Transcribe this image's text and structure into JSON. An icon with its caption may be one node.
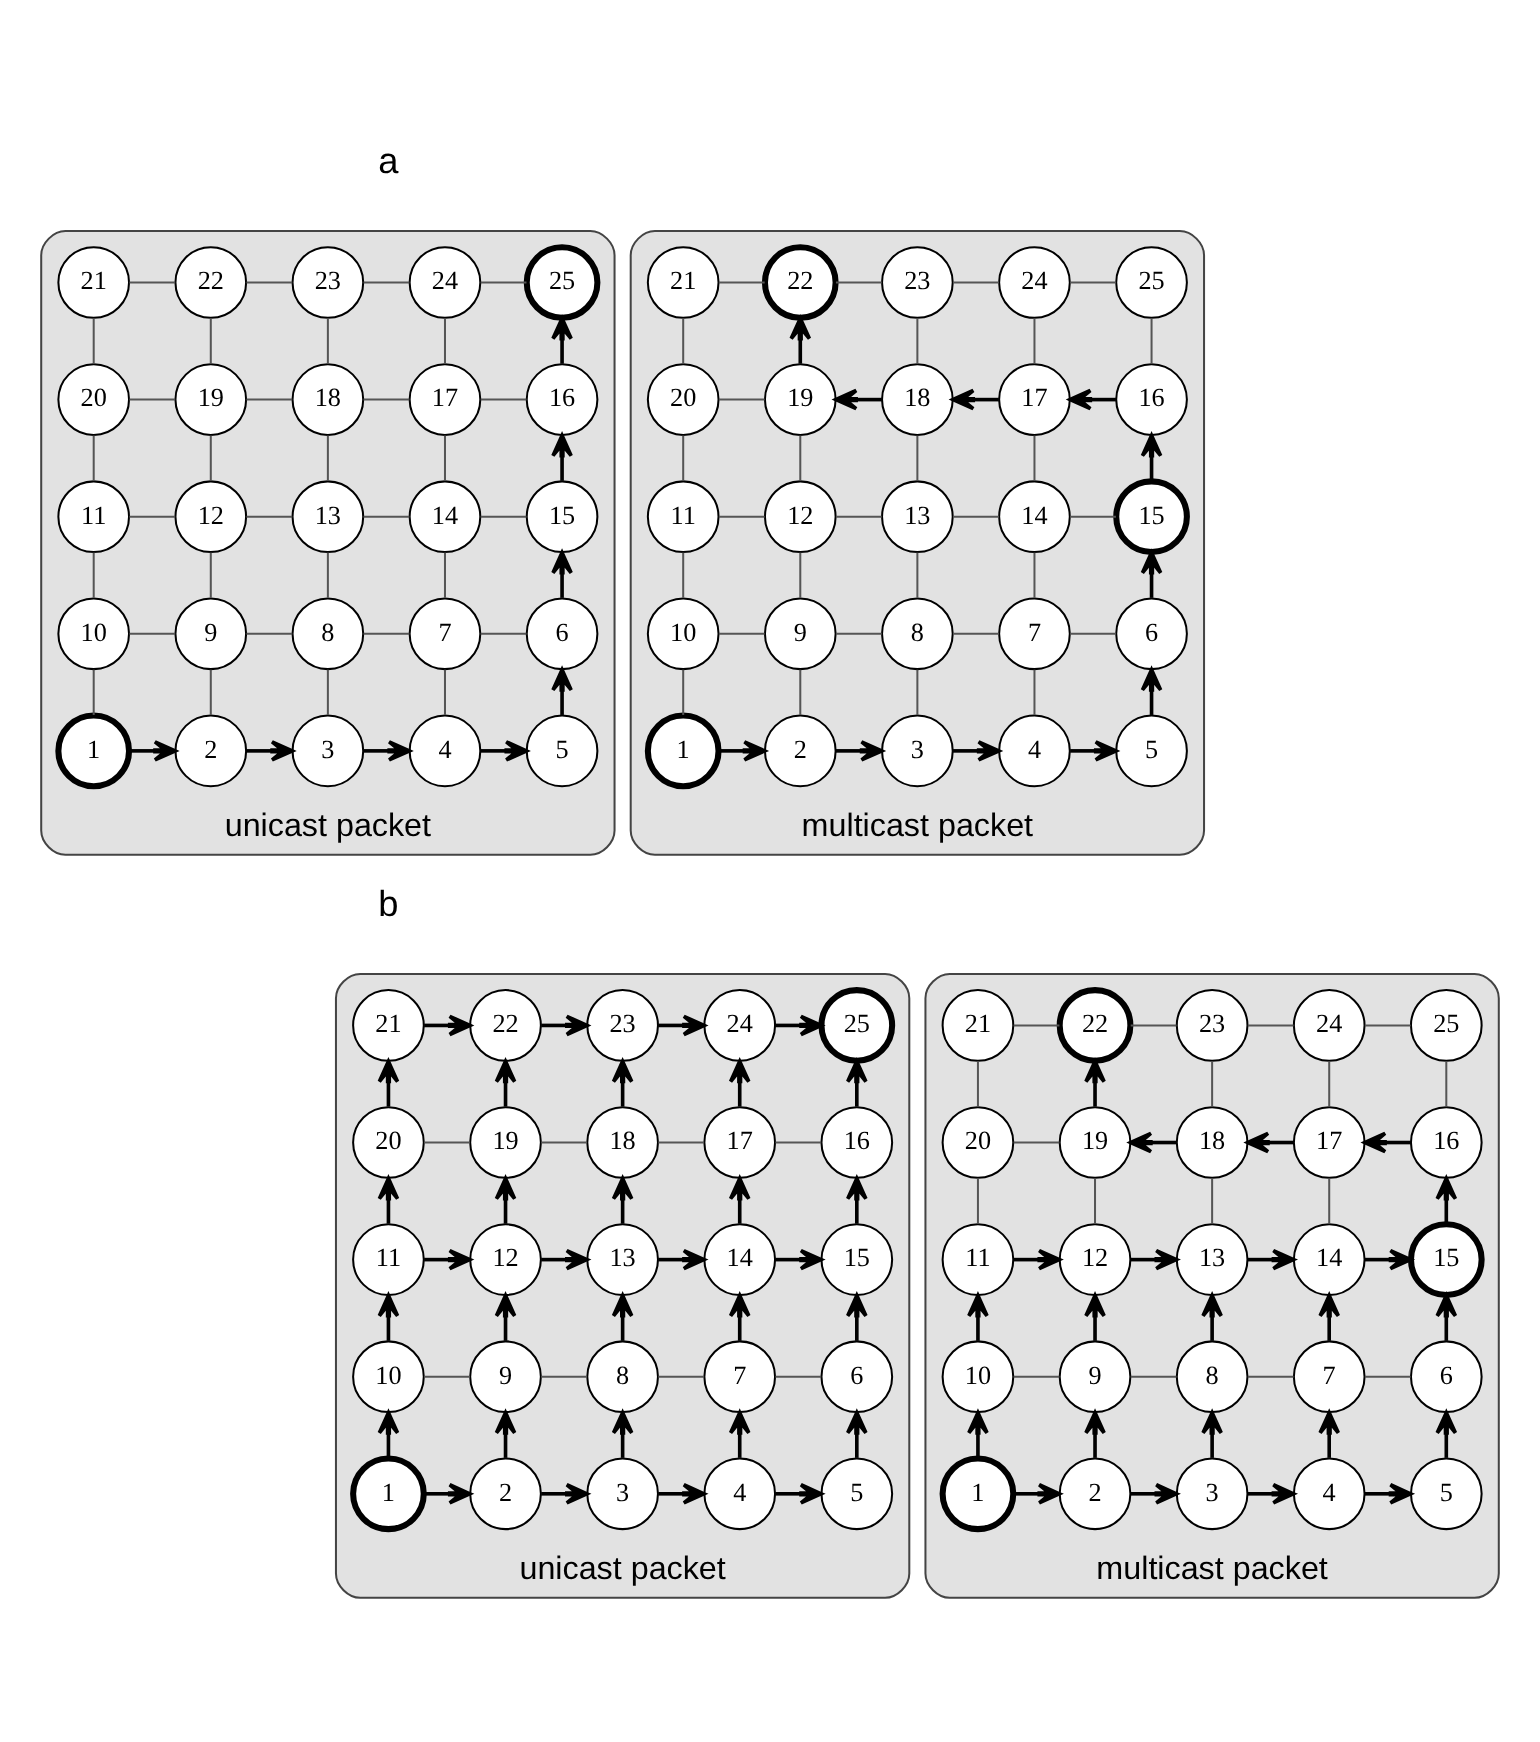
{
  "diagram": {
    "nodes": [
      {
        "text": [],
        "shape": "box",
        "beside": [
          "unicast packet"
        ]
      },
      {
        "text": [
          "21"
        ],
        "in": 0
      },
      {
        "text": [
          "22"
        ],
        "in": 0
      },
      {
        "text": [
          "23"
        ],
        "in": 0
      },
      {
        "text": [
          "24"
        ],
        "in": 0
      },
      {
        "text": [
          "25"
        ],
        "in": 0
      },
      {
        "text": [
          "20"
        ],
        "in": 0
      },
      {
        "text": [
          "19"
        ],
        "in": 0
      },
      {
        "text": [
          "18"
        ],
        "in": 0
      },
      {
        "text": [
          "17"
        ],
        "in": 0
      },
      {
        "text": [
          "16"
        ],
        "in": 0
      },
      {
        "text": [
          "11"
        ],
        "in": 0
      },
      {
        "text": [
          "12"
        ],
        "in": 0
      },
      {
        "text": [
          "13"
        ],
        "in": 0
      },
      {
        "text": [
          "14"
        ],
        "in": 0
      },
      {
        "text": [
          "15"
        ],
        "in": 0
      },
      {
        "text": [
          "10"
        ],
        "in": 0
      },
      {
        "text": [
          "9"
        ],
        "in": 0
      },
      {
        "text": [
          "8"
        ],
        "in": 0
      },
      {
        "text": [
          "7"
        ],
        "in": 0
      },
      {
        "text": [
          "6"
        ],
        "in": 0
      },
      {
        "text": [
          "1"
        ],
        "in": 0
      },
      {
        "text": [
          "2"
        ],
        "in": 0
      },
      {
        "text": [
          "3"
        ],
        "in": 0
      },
      {
        "text": [
          "4"
        ],
        "in": 0
      },
      {
        "text": [
          "5"
        ],
        "in": 0
      },
      {
        "text": [],
        "shape": "box",
        "beside": [
          "multicast packet"
        ]
      },
      {
        "text": [
          "21"
        ],
        "in": 26
      },
      {
        "text": [
          "22"
        ],
        "in": 26
      },
      {
        "text": [
          "23"
        ],
        "in": 26
      },
      {
        "text": [
          "24"
        ],
        "in": 26
      },
      {
        "text": [
          "25"
        ],
        "in": 26
      },
      {
        "text": [
          "20"
        ],
        "in": 26
      },
      {
        "text": [
          "19"
        ],
        "in": 26
      },
      {
        "text": [
          "18"
        ],
        "in": 26
      },
      {
        "text": [
          "17"
        ],
        "in": 26
      },
      {
        "text": [
          "16"
        ],
        "in": 26
      },
      {
        "text": [
          "11"
        ],
        "in": 26
      },
      {
        "text": [
          "12"
        ],
        "in": 26
      },
      {
        "text": [
          "13"
        ],
        "in": 26
      },
      {
        "text": [
          "14"
        ],
        "in": 26
      },
      {
        "text": [
          "15"
        ],
        "in": 26
      },
      {
        "text": [
          "10"
        ],
        "in": 26
      },
      {
        "text": [
          "9"
        ],
        "in": 26
      },
      {
        "text": [
          "8"
        ],
        "in": 26
      },
      {
        "text": [
          "7"
        ],
        "in": 26
      },
      {
        "text": [
          "6"
        ],
        "in": 26
      },
      {
        "text": [
          "1"
        ],
        "in": 26
      },
      {
        "text": [
          "2"
        ],
        "in": 26
      },
      {
        "text": [
          "3"
        ],
        "in": 26
      },
      {
        "text": [
          "4"
        ],
        "in": 26
      },
      {
        "text": [
          "5"
        ],
        "in": 26
      },
      {
        "text": [],
        "shape": "box",
        "beside": [
          "unicast packet"
        ]
      },
      {
        "text": [
          "21"
        ],
        "in": 52
      },
      {
        "text": [
          "22"
        ],
        "in": 52
      },
      {
        "text": [
          "23"
        ],
        "in": 52
      },
      {
        "text": [
          "24"
        ],
        "in": 52
      },
      {
        "text": [
          "25"
        ],
        "in": 52
      },
      {
        "text": [
          "20"
        ],
        "in": 52
      },
      {
        "text": [
          "19"
        ],
        "in": 52
      },
      {
        "text": [
          "18"
        ],
        "in": 52
      },
      {
        "text": [
          "17"
        ],
        "in": 52
      },
      {
        "text": [
          "16"
        ],
        "in": 52
      },
      {
        "text": [
          "11"
        ],
        "in": 52
      },
      {
        "text": [
          "12"
        ],
        "in": 52
      },
      {
        "text": [
          "13"
        ],
        "in": 52
      },
      {
        "text": [
          "14"
        ],
        "in": 52
      },
      {
        "text": [
          "15"
        ],
        "in": 52
      },
      {
        "text": [
          "10"
        ],
        "in": 52
      },
      {
        "text": [
          "9"
        ],
        "in": 52
      },
      {
        "text": [
          "8"
        ],
        "in": 52
      },
      {
        "text": [
          "7"
        ],
        "in": 52
      },
      {
        "text": [
          "6"
        ],
        "in": 52
      },
      {
        "text": [
          "1"
        ],
        "in": 52
      },
      {
        "text": [
          "2"
        ],
        "in": 52
      },
      {
        "text": [
          "3"
        ],
        "in": 52
      },
      {
        "text": [
          "4"
        ],
        "in": 52
      },
      {
        "text": [
          "5"
        ],
        "in": 52
      },
      {
        "text": [],
        "shape": "box",
        "beside": [
          "multicast packet"
        ]
      },
      {
        "text": [
          "21"
        ],
        "in": 78
      },
      {
        "text": [
          "22"
        ],
        "in": 78
      },
      {
        "text": [
          "23"
        ],
        "in": 78
      },
      {
        "text": [
          "24"
        ],
        "in": 78
      },
      {
        "text": [
          "25"
        ],
        "in": 78
      },
      {
        "text": [
          "20"
        ],
        "in": 78
      },
      {
        "text": [
          "19"
        ],
        "in": 78
      },
      {
        "text": [
          "18"
        ],
        "in": 78
      },
      {
        "text": [
          "17"
        ],
        "in": 78
      },
      {
        "text": [
          "16"
        ],
        "in": 78
      },
      {
        "text": [
          "11"
        ],
        "in": 78
      },
      {
        "text": [
          "12"
        ],
        "in": 78
      },
      {
        "text": [
          "13"
        ],
        "in": 78
      },
      {
        "text": [
          "14"
        ],
        "in": 78
      },
      {
        "text": [
          "15"
        ],
        "in": 78
      },
      {
        "text": [
          "10"
        ],
        "in": 78
      },
      {
        "text": [
          "9"
        ],
        "in": 78
      },
      {
        "text": [
          "8"
        ],
        "in": 78
      },
      {
        "text": [
          "7"
        ],
        "in": 78
      },
      {
        "text": [
          "6"
        ],
        "in": 78
      },
      {
        "text": [
          "1"
        ],
        "in": 78
      },
      {
        "text": [
          "2"
        ],
        "in": 78
      },
      {
        "text": [
          "3"
        ],
        "in": 78
      },
      {
        "text": [
          "4"
        ],
        "in": 78
      },
      {
        "text": [
          "5"
        ],
        "in": 78
      }
    ],
    "edges": [
      {
        "from": 21,
        "to": 22,
        "arrow": "to"
      },
      {
        "from": 22,
        "to": 23,
        "arrow": "to"
      },
      {
        "from": 23,
        "to": 24,
        "arrow": "to"
      },
      {
        "from": 24,
        "to": 25,
        "arrow": "to"
      },
      {
        "from": 16,
        "to": 17,
        "arrow": "none"
      },
      {
        "from": 17,
        "to": 18,
        "arrow": "none"
      },
      {
        "from": 18,
        "to": 19,
        "arrow": "none"
      },
      {
        "from": 19,
        "to": 20,
        "arrow": "none"
      },
      {
        "from": 11,
        "to": 12,
        "arrow": "none"
      },
      {
        "from": 12,
        "to": 13,
        "arrow": "none"
      },
      {
        "from": 13,
        "to": 14,
        "arrow": "none"
      },
      {
        "from": 14,
        "to": 15,
        "arrow": "none"
      },
      {
        "from": 6,
        "to": 7,
        "arrow": "none"
      },
      {
        "from": 7,
        "to": 8,
        "arrow": "none"
      },
      {
        "from": 8,
        "to": 9,
        "arrow": "none"
      },
      {
        "from": 9,
        "to": 10,
        "arrow": "none"
      },
      {
        "from": 1,
        "to": 2,
        "arrow": "none"
      },
      {
        "from": 2,
        "to": 3,
        "arrow": "none"
      },
      {
        "from": 3,
        "to": 4,
        "arrow": "none"
      },
      {
        "from": 4,
        "to": 5,
        "arrow": "none"
      },
      {
        "from": 21,
        "to": 16,
        "arrow": "none"
      },
      {
        "from": 16,
        "to": 11,
        "arrow": "none"
      },
      {
        "from": 11,
        "to": 6,
        "arrow": "none"
      },
      {
        "from": 6,
        "to": 1,
        "arrow": "none"
      },
      {
        "from": 22,
        "to": 17,
        "arrow": "none"
      },
      {
        "from": 17,
        "to": 12,
        "arrow": "none"
      },
      {
        "from": 12,
        "to": 7,
        "arrow": "none"
      },
      {
        "from": 7,
        "to": 2,
        "arrow": "none"
      },
      {
        "from": 23,
        "to": 18,
        "arrow": "none"
      },
      {
        "from": 18,
        "to": 13,
        "arrow": "none"
      },
      {
        "from": 13,
        "to": 8,
        "arrow": "none"
      },
      {
        "from": 8,
        "to": 3,
        "arrow": "none"
      },
      {
        "from": 24,
        "to": 19,
        "arrow": "none"
      },
      {
        "from": 19,
        "to": 14,
        "arrow": "none"
      },
      {
        "from": 14,
        "to": 9,
        "arrow": "none"
      },
      {
        "from": 9,
        "to": 4,
        "arrow": "none"
      },
      {
        "from": 25,
        "to": 20,
        "arrow": "to"
      },
      {
        "from": 20,
        "to": 15,
        "arrow": "to"
      },
      {
        "from": 15,
        "to": 10,
        "arrow": "to"
      },
      {
        "from": 10,
        "to": 5,
        "arrow": "to"
      },
      {
        "from": 47,
        "to": 48,
        "arrow": "to"
      },
      {
        "from": 48,
        "to": 49,
        "arrow": "to"
      },
      {
        "from": 49,
        "to": 50,
        "arrow": "to"
      },
      {
        "from": 50,
        "to": 51,
        "arrow": "to"
      },
      {
        "from": 42,
        "to": 43,
        "arrow": "none"
      },
      {
        "from": 43,
        "to": 44,
        "arrow": "none"
      },
      {
        "from": 44,
        "to": 45,
        "arrow": "none"
      },
      {
        "from": 45,
        "to": 46,
        "arrow": "none"
      },
      {
        "from": 37,
        "to": 38,
        "arrow": "none"
      },
      {
        "from": 38,
        "to": 39,
        "arrow": "none"
      },
      {
        "from": 39,
        "to": 40,
        "arrow": "none"
      },
      {
        "from": 40,
        "to": 41,
        "arrow": "none"
      },
      {
        "from": 32,
        "to": 33,
        "arrow": "none"
      },
      {
        "from": 34,
        "to": 33,
        "arrow": "to"
      },
      {
        "from": 35,
        "to": 34,
        "arrow": "to"
      },
      {
        "from": 36,
        "to": 35,
        "arrow": "to"
      },
      {
        "from": 27,
        "to": 28,
        "arrow": "none"
      },
      {
        "from": 28,
        "to": 29,
        "arrow": "none"
      },
      {
        "from": 29,
        "to": 30,
        "arrow": "none"
      },
      {
        "from": 30,
        "to": 31,
        "arrow": "none"
      },
      {
        "from": 47,
        "to": 42,
        "arrow": "none"
      },
      {
        "from": 42,
        "to": 37,
        "arrow": "none"
      },
      {
        "from": 37,
        "to": 32,
        "arrow": "none"
      },
      {
        "from": 32,
        "to": 27,
        "arrow": "none"
      },
      {
        "from": 48,
        "to": 43,
        "arrow": "none"
      },
      {
        "from": 43,
        "to": 38,
        "arrow": "none"
      },
      {
        "from": 38,
        "to": 33,
        "arrow": "none"
      },
      {
        "from": 33,
        "to": 28,
        "arrow": "to"
      },
      {
        "from": 49,
        "to": 44,
        "arrow": "none"
      },
      {
        "from": 44,
        "to": 39,
        "arrow": "none"
      },
      {
        "from": 39,
        "to": 34,
        "arrow": "none"
      },
      {
        "from": 34,
        "to": 29,
        "arrow": "none"
      },
      {
        "from": 50,
        "to": 45,
        "arrow": "none"
      },
      {
        "from": 45,
        "to": 40,
        "arrow": "none"
      },
      {
        "from": 40,
        "to": 35,
        "arrow": "none"
      },
      {
        "from": 35,
        "to": 30,
        "arrow": "none"
      },
      {
        "from": 51,
        "to": 46,
        "arrow": "to"
      },
      {
        "from": 46,
        "to": 41,
        "arrow": "to"
      },
      {
        "from": 41,
        "to": 36,
        "arrow": "to"
      },
      {
        "from": 36,
        "to": 31,
        "arrow": "none"
      },
      {
        "from": 73,
        "to": 74,
        "arrow": "to"
      },
      {
        "from": 74,
        "to": 75,
        "arrow": "to"
      },
      {
        "from": 75,
        "to": 76,
        "arrow": "to"
      },
      {
        "from": 76,
        "to": 77,
        "arrow": "to"
      },
      {
        "from": 68,
        "to": 69,
        "arrow": "none"
      },
      {
        "from": 69,
        "to": 70,
        "arrow": "none"
      },
      {
        "from": 70,
        "to": 71,
        "arrow": "none"
      },
      {
        "from": 71,
        "to": 72,
        "arrow": "none"
      },
      {
        "from": 63,
        "to": 64,
        "arrow": "to"
      },
      {
        "from": 64,
        "to": 65,
        "arrow": "to"
      },
      {
        "from": 65,
        "to": 66,
        "arrow": "to"
      },
      {
        "from": 66,
        "to": 67,
        "arrow": "to"
      },
      {
        "from": 58,
        "to": 59,
        "arrow": "none"
      },
      {
        "from": 59,
        "to": 60,
        "arrow": "none"
      },
      {
        "from": 60,
        "to": 61,
        "arrow": "none"
      },
      {
        "from": 61,
        "to": 62,
        "arrow": "none"
      },
      {
        "from": 53,
        "to": 54,
        "arrow": "to"
      },
      {
        "from": 54,
        "to": 55,
        "arrow": "to"
      },
      {
        "from": 55,
        "to": 56,
        "arrow": "to"
      },
      {
        "from": 56,
        "to": 57,
        "arrow": "to"
      },
      {
        "from": 73,
        "to": 68,
        "arrow": "to"
      },
      {
        "from": 68,
        "to": 63,
        "arrow": "to"
      },
      {
        "from": 63,
        "to": 58,
        "arrow": "to"
      },
      {
        "from": 58,
        "to": 53,
        "arrow": "to"
      },
      {
        "from": 74,
        "to": 69,
        "arrow": "to"
      },
      {
        "from": 69,
        "to": 64,
        "arrow": "to"
      },
      {
        "from": 64,
        "to": 59,
        "arrow": "to"
      },
      {
        "from": 59,
        "to": 54,
        "arrow": "to"
      },
      {
        "from": 75,
        "to": 70,
        "arrow": "to"
      },
      {
        "from": 70,
        "to": 65,
        "arrow": "to"
      },
      {
        "from": 65,
        "to": 60,
        "arrow": "to"
      },
      {
        "from": 60,
        "to": 55,
        "arrow": "to"
      },
      {
        "from": 76,
        "to": 71,
        "arrow": "to"
      },
      {
        "from": 71,
        "to": 66,
        "arrow": "to"
      },
      {
        "from": 66,
        "to": 61,
        "arrow": "to"
      },
      {
        "from": 61,
        "to": 56,
        "arrow": "to"
      },
      {
        "from": 77,
        "to": 72,
        "arrow": "to"
      },
      {
        "from": 72,
        "to": 67,
        "arrow": "to"
      },
      {
        "from": 67,
        "to": 62,
        "arrow": "to"
      },
      {
        "from": 62,
        "to": 57,
        "arrow": "to"
      },
      {
        "from": 99,
        "to": 100,
        "arrow": "to"
      },
      {
        "from": 100,
        "to": 101,
        "arrow": "to"
      },
      {
        "from": 101,
        "to": 102,
        "arrow": "to"
      },
      {
        "from": 102,
        "to": 103,
        "arrow": "to"
      },
      {
        "from": 94,
        "to": 95,
        "arrow": "none"
      },
      {
        "from": 95,
        "to": 96,
        "arrow": "none"
      },
      {
        "from": 96,
        "to": 97,
        "arrow": "none"
      },
      {
        "from": 97,
        "to": 98,
        "arrow": "none"
      },
      {
        "from": 89,
        "to": 90,
        "arrow": "to"
      },
      {
        "from": 90,
        "to": 91,
        "arrow": "to"
      },
      {
        "from": 91,
        "to": 92,
        "arrow": "to"
      },
      {
        "from": 92,
        "to": 93,
        "arrow": "to"
      },
      {
        "from": 84,
        "to": 85,
        "arrow": "none"
      },
      {
        "from": 86,
        "to": 85,
        "arrow": "to"
      },
      {
        "from": 87,
        "to": 86,
        "arrow": "to"
      },
      {
        "from": 88,
        "to": 87,
        "arrow": "to"
      },
      {
        "from": 79,
        "to": 80,
        "arrow": "none"
      },
      {
        "from": 80,
        "to": 81,
        "arrow": "none"
      },
      {
        "from": 81,
        "to": 82,
        "arrow": "none"
      },
      {
        "from": 82,
        "to": 83,
        "arrow": "none"
      },
      {
        "from": 99,
        "to": 94,
        "arrow": "to"
      },
      {
        "from": 94,
        "to": 89,
        "arrow": "to"
      },
      {
        "from": 89,
        "to": 84,
        "arrow": "none"
      },
      {
        "from": 84,
        "to": 79,
        "arrow": "none"
      },
      {
        "from": 100,
        "to": 95,
        "arrow": "to"
      },
      {
        "from": 95,
        "to": 90,
        "arrow": "to"
      },
      {
        "from": 90,
        "to": 85,
        "arrow": "none"
      },
      {
        "from": 85,
        "to": 80,
        "arrow": "to"
      },
      {
        "from": 101,
        "to": 96,
        "arrow": "to"
      },
      {
        "from": 96,
        "to": 91,
        "arrow": "to"
      },
      {
        "from": 91,
        "to": 86,
        "arrow": "none"
      },
      {
        "from": 86,
        "to": 81,
        "arrow": "none"
      },
      {
        "from": 102,
        "to": 97,
        "arrow": "to"
      },
      {
        "from": 97,
        "to": 92,
        "arrow": "to"
      },
      {
        "from": 92,
        "to": 87,
        "arrow": "none"
      },
      {
        "from": 87,
        "to": 82,
        "arrow": "none"
      },
      {
        "from": 103,
        "to": 98,
        "arrow": "to"
      },
      {
        "from": 98,
        "to": 93,
        "arrow": "to"
      },
      {
        "from": 93,
        "to": 88,
        "arrow": "to"
      },
      {
        "from": 88,
        "to": 83,
        "arrow": "none"
      }
    ],
    "labels": [
      "a",
      "b"
    ]
  }
}
